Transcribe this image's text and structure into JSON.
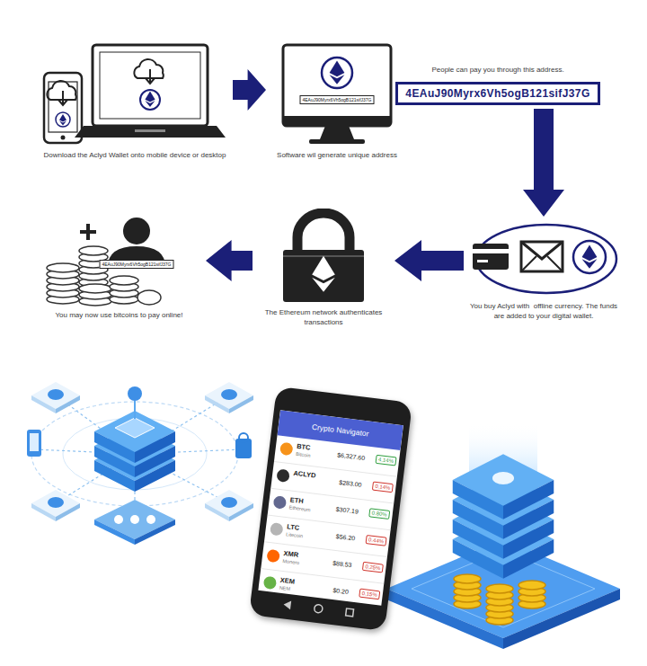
{
  "diagram": {
    "nodes": [
      {
        "text": [
          "Download the Aclyd Wallet onto mobile device or desktop"
        ]
      },
      {
        "text": [
          "Software wil generate unique address"
        ]
      },
      {
        "text": [
          "People can pay you through this address.",
          "4EAuJ90Myrx6Vh5ogB121sifJ37G"
        ]
      },
      {
        "text": [
          "You buy Aclyd with  offline currency. The funds are added to your digital wallet."
        ]
      },
      {
        "text": [
          "The Ethereum network authenticates transactions"
        ]
      },
      {
        "text": [
          "You may now use bitcoins to pay online!"
        ]
      }
    ],
    "edges": [
      {
        "from": 0,
        "to": 1,
        "arrow": "to"
      },
      {
        "from": 2,
        "to": 3,
        "arrow": "to"
      },
      {
        "from": 3,
        "to": 4,
        "arrow": "to"
      },
      {
        "from": 4,
        "to": 5,
        "arrow": "to"
      }
    ],
    "labels": [
      "4EAuJ90Myrx6Vh5ogB121sifJ37G",
      "4EAuJ90Myrx6Vh5ogB121sifJ37G",
      "Crypto Navigator",
      "BTC",
      "Bitcoin",
      "$6,327.60",
      "4.14%",
      "ACLYD",
      "$283.00",
      "0.14%",
      "ETH",
      "Ethereum",
      "$307.19",
      "0.80%",
      "LTC",
      "Litecoin",
      "$56.20",
      "0.44%",
      "XMR",
      "Monero",
      "$88.53",
      "0.25%",
      "XEM",
      "NEM",
      "$0.20",
      "0.15%"
    ]
  }
}
